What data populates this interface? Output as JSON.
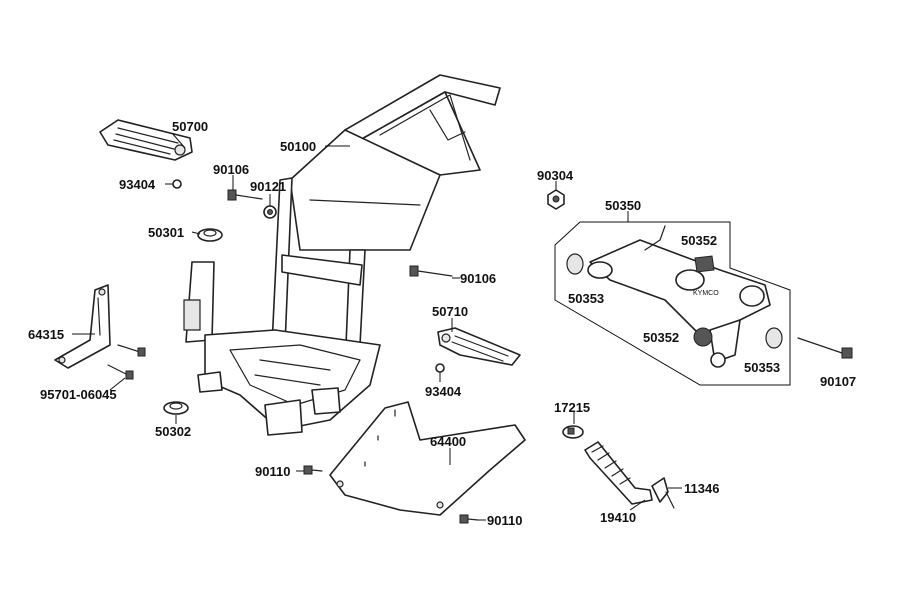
{
  "diagram": {
    "brand_mark": "KYMCO",
    "labels": {
      "p50700": "50700",
      "p50100": "50100",
      "p90106a": "90106",
      "p90121": "90121",
      "p93404a": "93404",
      "p50301": "50301",
      "p64315": "64315",
      "p95701": "95701-06045",
      "p50302": "50302",
      "p90106b": "90106",
      "p50710": "50710",
      "p93404b": "93404",
      "p64400": "64400",
      "p90110a": "90110",
      "p90110b": "90110",
      "p90304": "90304",
      "p50350": "50350",
      "p50352a": "50352",
      "p50353a": "50353",
      "p50352b": "50352",
      "p50353b": "50353",
      "p90107": "90107",
      "p17215": "17215",
      "p11346": "11346",
      "p19410": "19410"
    }
  }
}
